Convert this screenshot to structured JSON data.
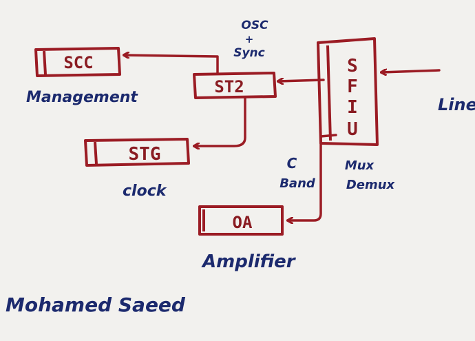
{
  "blocks": {
    "scc": "SCC",
    "st2": "ST2",
    "stg": "STG",
    "oa": "OA",
    "sfiu": [
      "S",
      "F",
      "I",
      "U"
    ]
  },
  "labels": {
    "osc_sync": [
      "OSC",
      "+",
      "Sync"
    ],
    "management": "Management",
    "clock": "clock",
    "c_band": [
      "C",
      "Band"
    ],
    "mux_demux": [
      "Mux",
      "Demux"
    ],
    "amplifier": "Amplifier",
    "line": "Line"
  },
  "author": "Mohamed Saeed",
  "colors": {
    "marker_red": "#9b1c24",
    "marker_blue": "#1c2a6e",
    "board": "#f2f1ee"
  }
}
